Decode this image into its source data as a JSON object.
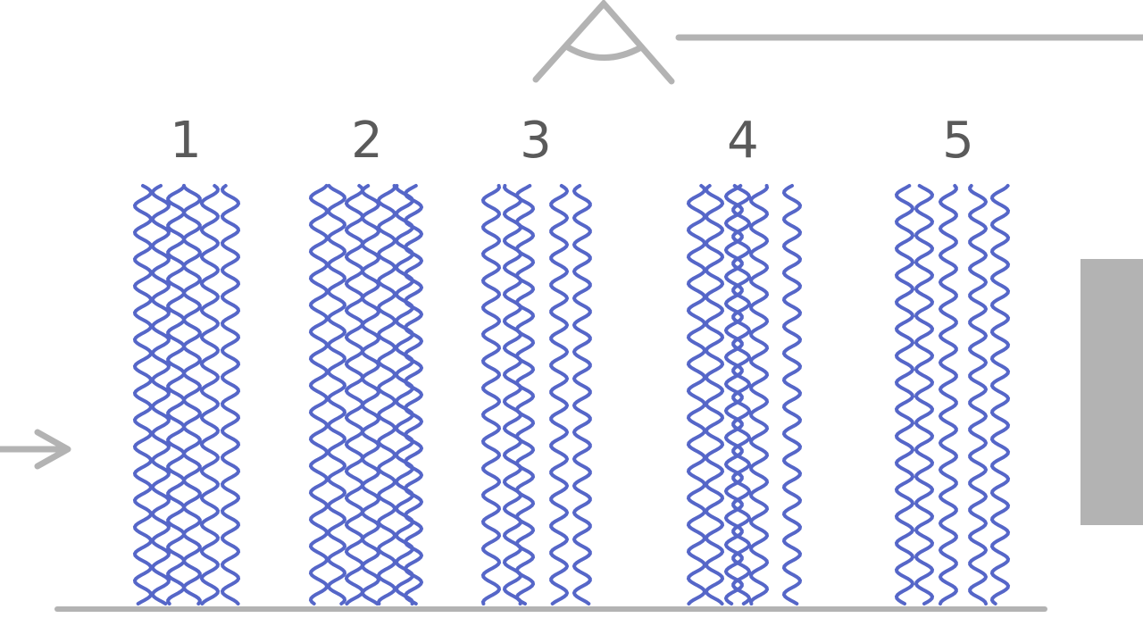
{
  "colors": {
    "background": "#ffffff",
    "fiber": "#5566c8",
    "structure_gray": "#b3b3b3",
    "label": "#5a5a5a"
  },
  "icons": {
    "eye": "eye-icon",
    "arrow": "arrow-right-icon",
    "detector": "detector-block"
  },
  "columns": [
    {
      "label": "1"
    },
    {
      "label": "2"
    },
    {
      "label": "3"
    },
    {
      "label": "4"
    },
    {
      "label": "5"
    }
  ]
}
